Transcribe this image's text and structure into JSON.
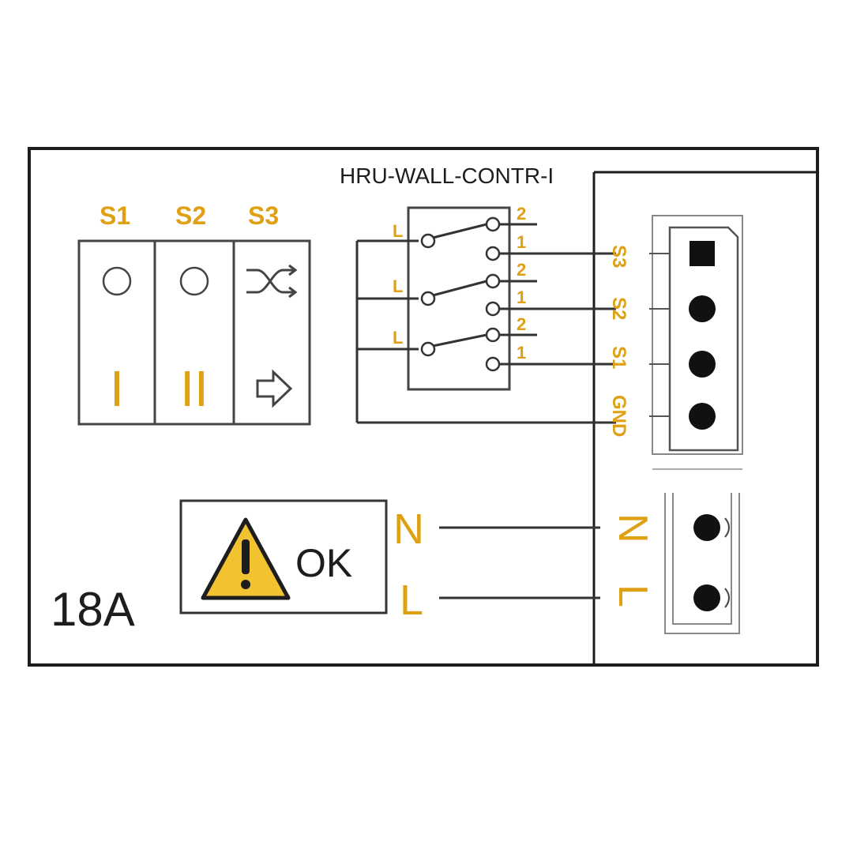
{
  "module_label": "HRU-WALL-CONTR-I",
  "rating_label": "18A",
  "warning_text": "OK",
  "switch_headers": [
    "S1",
    "S2",
    "S3"
  ],
  "switch_symbols": [
    "I",
    "II"
  ],
  "relay_common_label": "L",
  "relay_contacts": [
    "2",
    "1",
    "2",
    "1",
    "2",
    "1"
  ],
  "terminal_labels": [
    "S3",
    "S2",
    "S1",
    "GND"
  ],
  "power_left": [
    "N",
    "L"
  ],
  "power_right": [
    "N",
    "L"
  ],
  "colors": {
    "accent": "#e0a013",
    "line": "#333333",
    "warning_fill": "#f2c230"
  },
  "icons": [
    "circle-indicator-icon",
    "shuffle-icon",
    "arrow-right-icon",
    "warning-triangle-icon"
  ]
}
